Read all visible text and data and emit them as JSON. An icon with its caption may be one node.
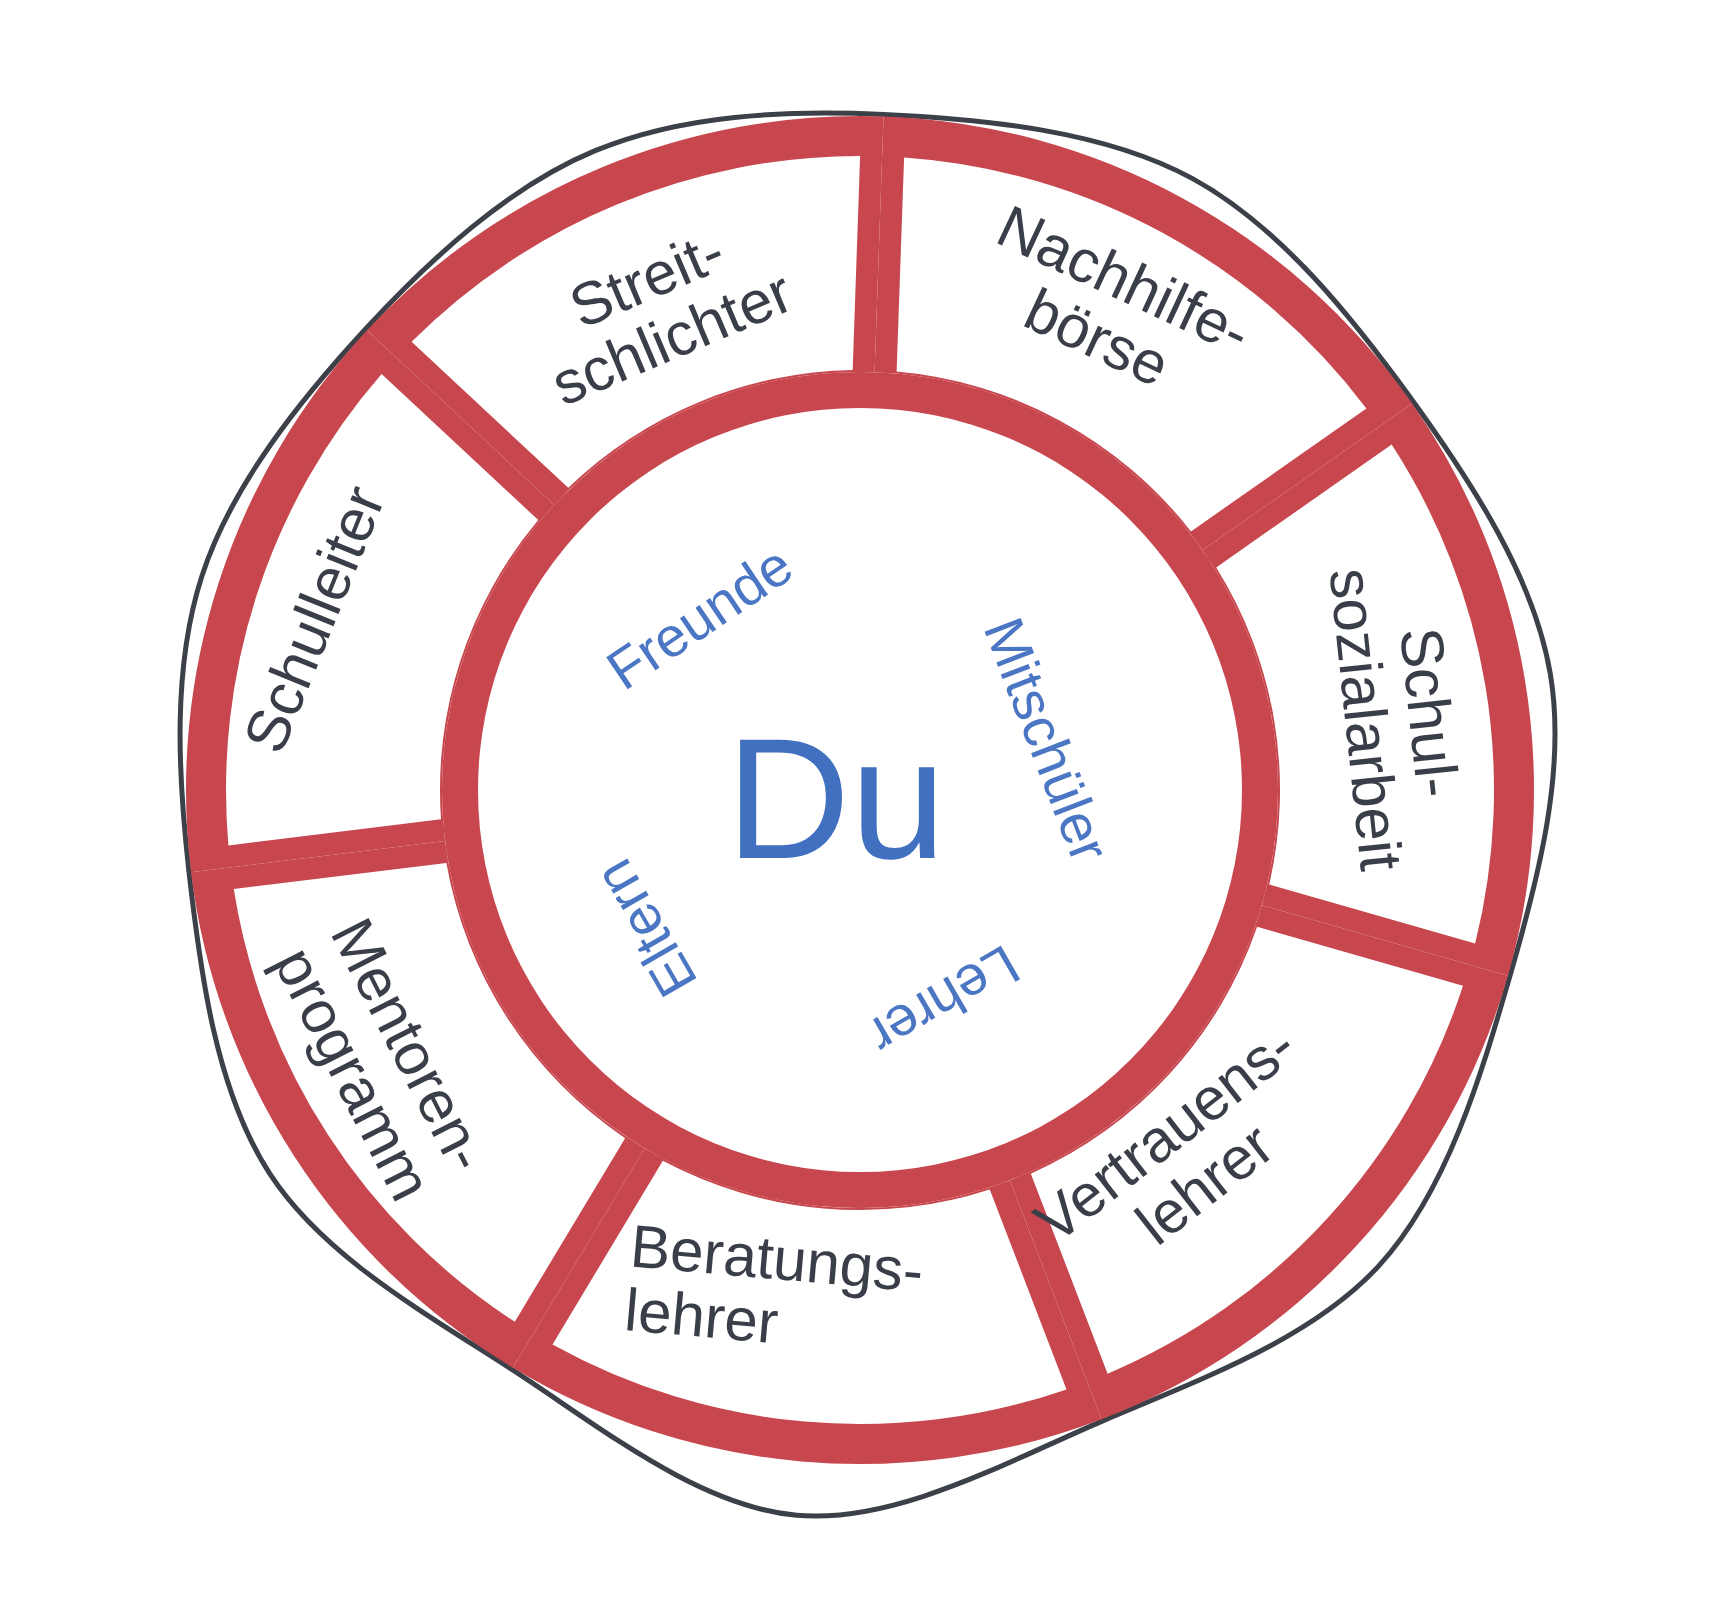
{
  "diagram": {
    "nodes": [
      {
        "text": [
          "Du",
          "Freunde",
          "Mitschüler",
          "Lehrer",
          "Eltern"
        ]
      },
      {
        "text": [
          "Streit- schlichter"
        ]
      },
      {
        "text": [
          "Nachhilfe- börse"
        ]
      },
      {
        "text": [
          "Schul- sozialarbeit"
        ]
      },
      {
        "text": [
          "Vertrauens- lehrer"
        ]
      },
      {
        "text": [
          "Beratungs- lehrer"
        ]
      },
      {
        "text": [
          "Mentoren- programm"
        ]
      },
      {
        "text": [
          "Schulleiter"
        ]
      }
    ]
  }
}
